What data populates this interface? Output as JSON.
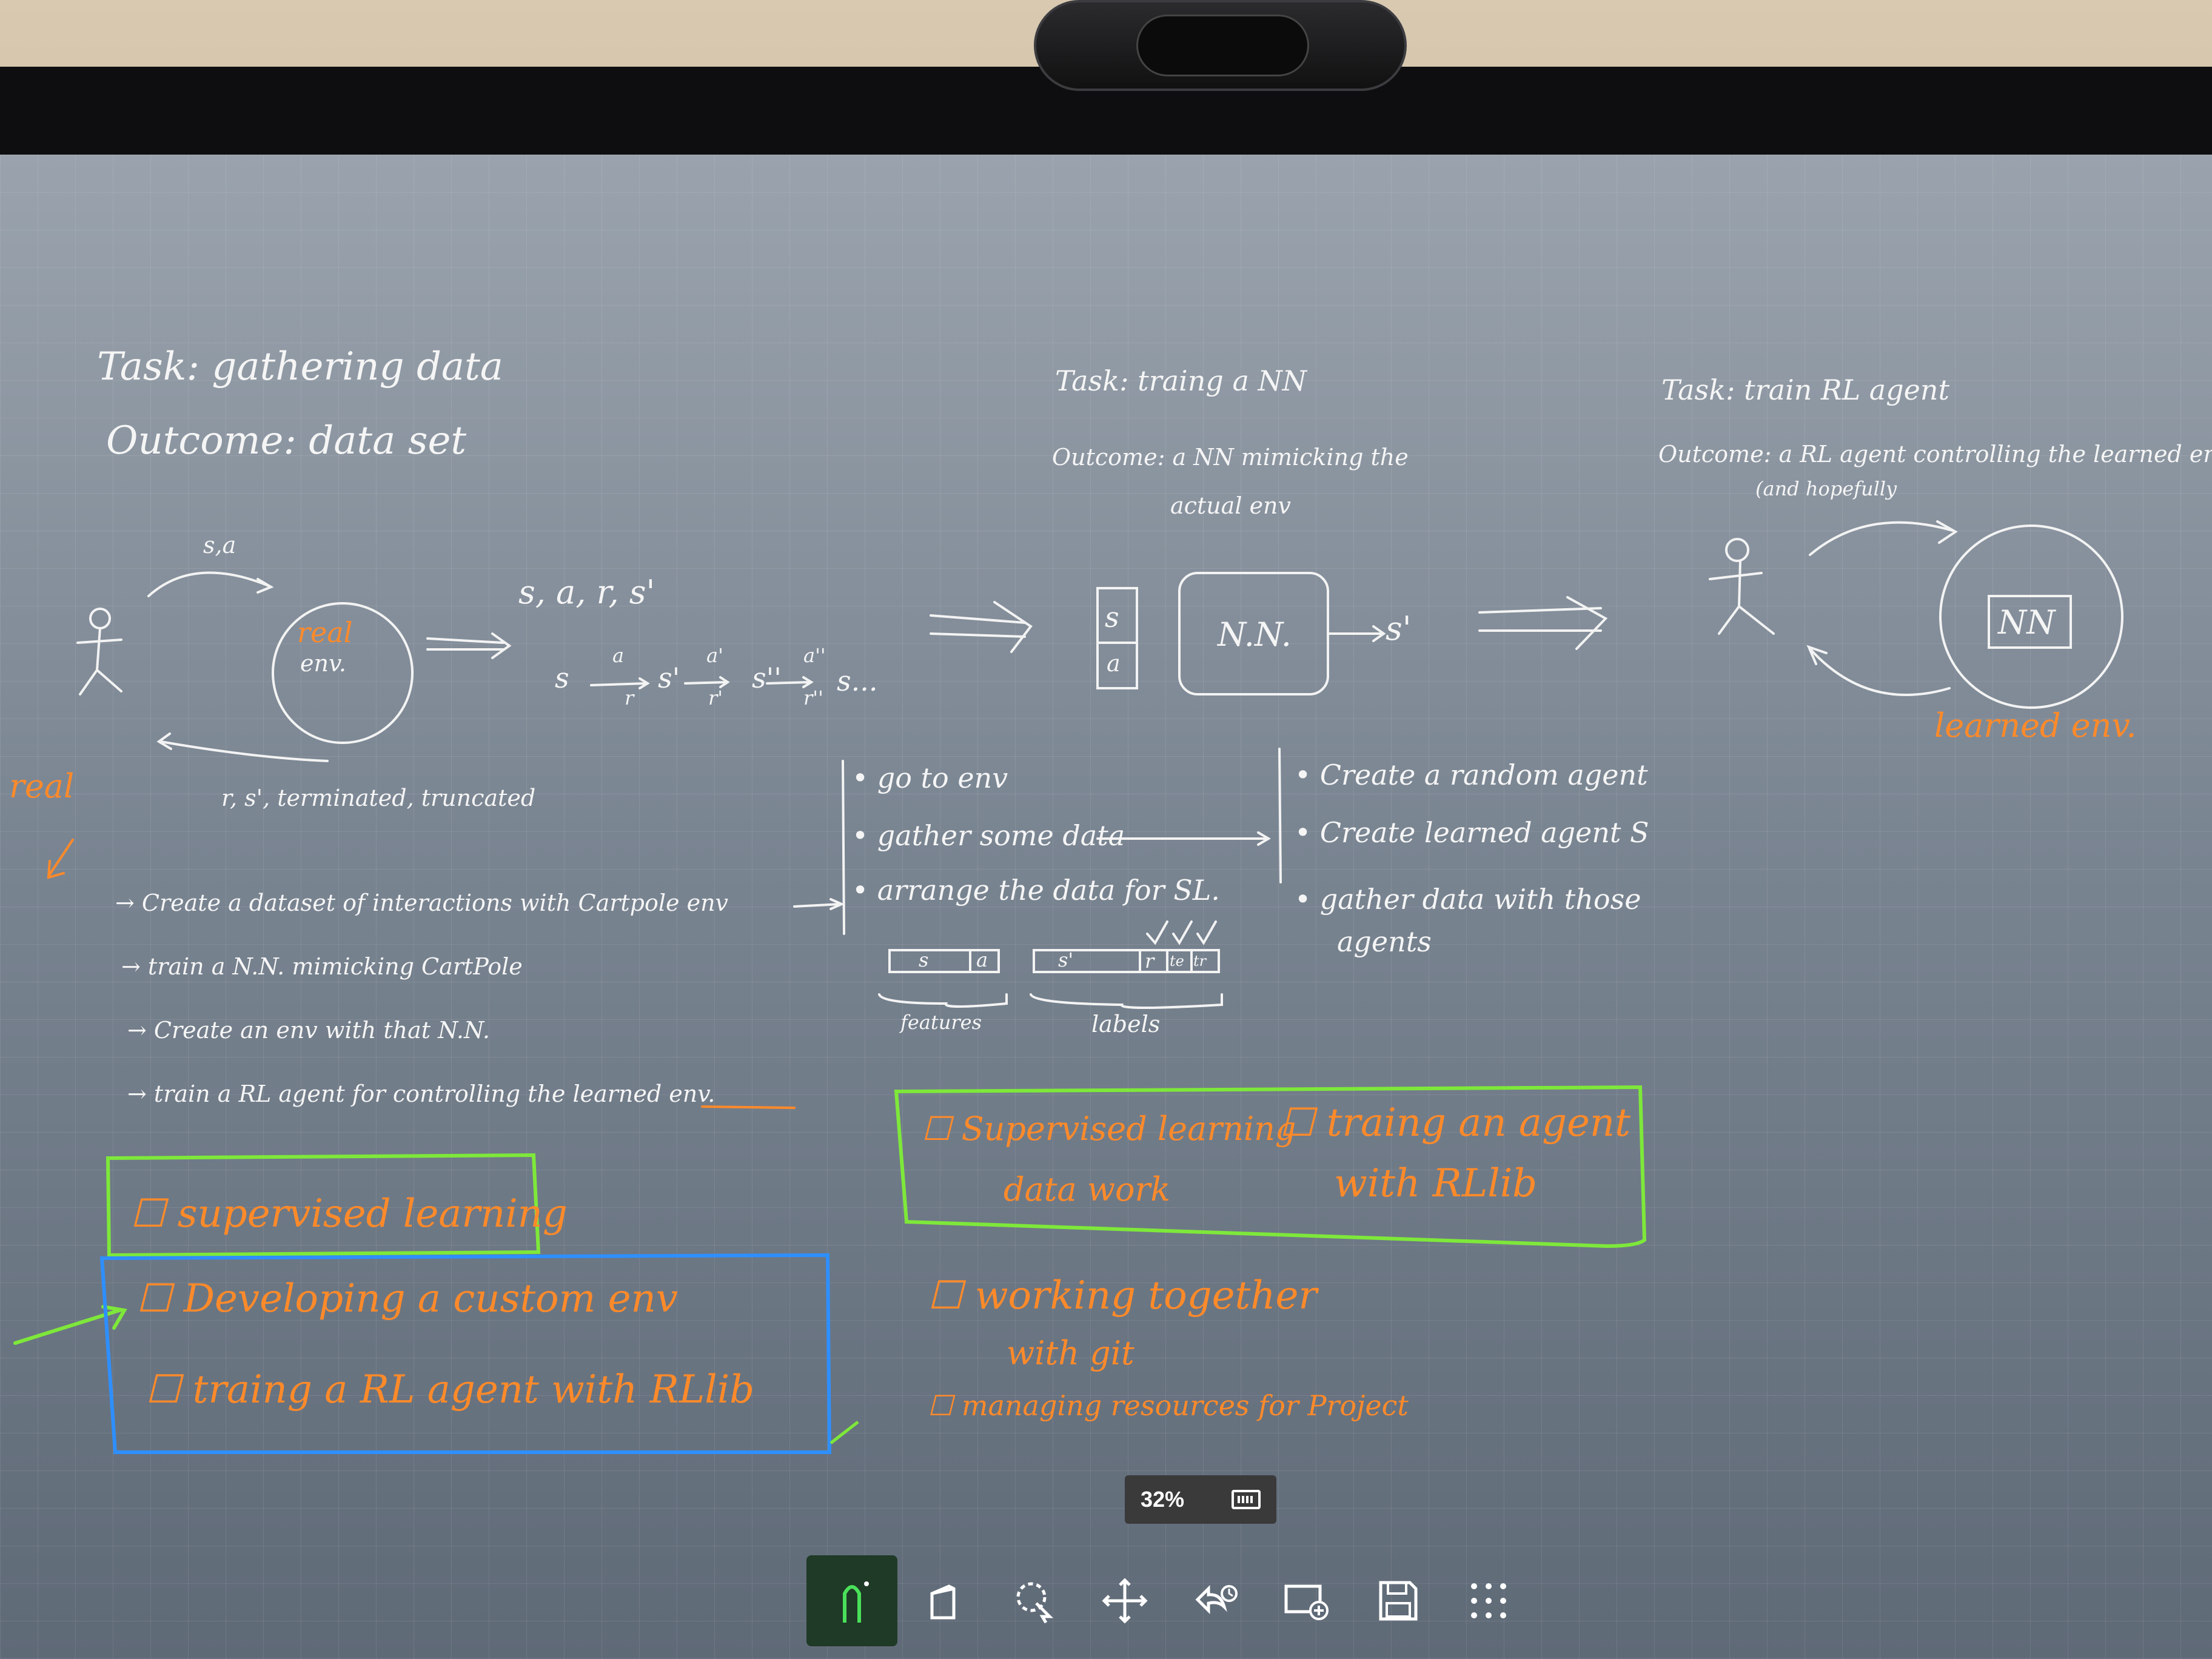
{
  "board": {
    "task1": {
      "task": "Task: gathering data",
      "outcome": "Outcome: data set"
    },
    "task2": {
      "task": "Task: traing a NN",
      "outcome": "Outcome: a NN mimicking the",
      "outcome2": "actual env"
    },
    "task3": {
      "task": "Task: train RL agent",
      "outcome": "Outcome: a RL agent controlling the learned env",
      "outcome2": "(and hopefully"
    },
    "diagram1": {
      "sa": "s,a",
      "real_env": "real",
      "real_env2": "env.",
      "real_label": "real",
      "feedback": "r, s', terminated, truncated",
      "tuple": "s, a, r, s'",
      "chain_s": "s",
      "chain_a1": "a",
      "chain_r1": "r",
      "chain_s1": "s'",
      "chain_a2": "a'",
      "chain_r2": "r'",
      "chain_s2": "s''",
      "chain_a3": "a''",
      "chain_r3": "r''",
      "chain_end": "s..."
    },
    "diagram2": {
      "s": "s",
      "a": "a",
      "nn": "N.N.",
      "sprime": "s'"
    },
    "diagram3": {
      "nn": "NN",
      "learned_env": "learned env."
    },
    "steps": [
      "→ Create a dataset of interactions with Cartpole env",
      "→ train a N.N. mimicking CartPole",
      "→ Create an env with that N.N.",
      "→ train a RL agent for controlling the learned env."
    ],
    "middle_list": [
      "• go to env",
      "• gather some data",
      "• arrange the data for SL."
    ],
    "row_s": "s",
    "row_a": "a",
    "row_sp": "s'",
    "row_r": "r",
    "row_te": "te",
    "row_tr": "tr",
    "features": "features",
    "labels": "labels",
    "right_list": [
      "• Create a random agent",
      "• Create learned agent S",
      "• gather data with those",
      "agents"
    ],
    "checklist_left": {
      "supervised": "☐ supervised learning",
      "developing": "☐ Developing a custom env",
      "training": "☐ traing a RL agent with RLlib"
    },
    "checklist_right": {
      "sl_data": "☐ Supervised learning",
      "sl_data2": "data work",
      "train_agent": "☐ traing an agent",
      "train_agent2": "with RLlib",
      "working": "☐ working together",
      "working2": "with git",
      "managing": "☐ managing resources for Project"
    }
  },
  "zoom": {
    "value": "32%"
  },
  "toolbar": {
    "tools": [
      "pen-icon",
      "eraser-icon",
      "lasso-select-icon",
      "move-icon",
      "undo-icon",
      "add-page-icon",
      "save-icon",
      "more-grid-icon"
    ]
  },
  "colors": {
    "ink": "#f5f5f5",
    "orange": "#ff8a2a",
    "green": "#7ee83a",
    "blue": "#2e8fff"
  }
}
